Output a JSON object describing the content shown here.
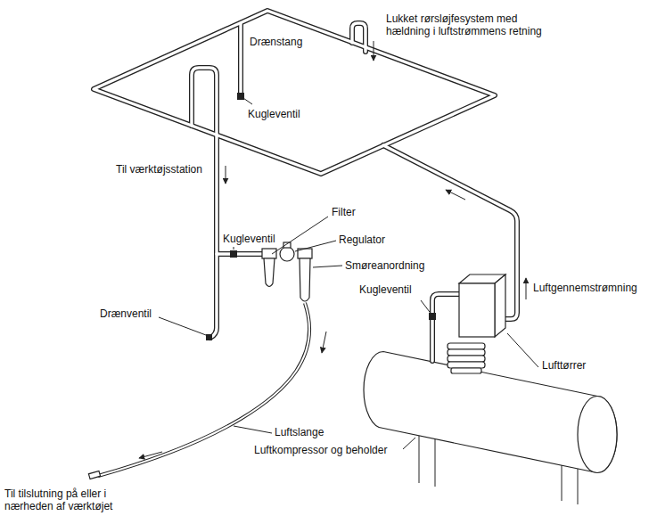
{
  "diagram": {
    "labels": [
      "Lukket rørsløjfesystem med hældning i luftstrømmens retning",
      "Drænstang",
      "Kugleventil",
      "Til værktøjsstation",
      "Filter",
      "Kugleventil",
      "Regulator",
      "Smøreanordning",
      "Kugleventil",
      "Luftgennemstrømning",
      "Drænventil",
      "Lufttørrer",
      "Luftslange",
      "Luftkompressor og beholder",
      "Til tilslutning på eller i nærheden af værktøjet"
    ]
  }
}
